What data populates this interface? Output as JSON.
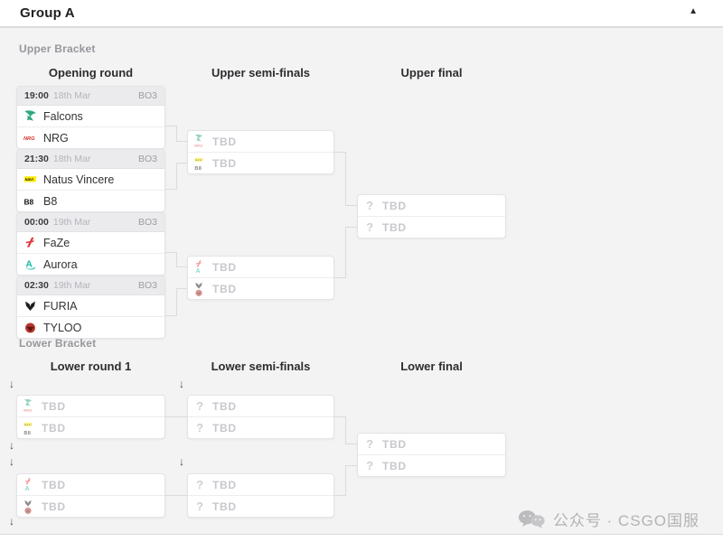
{
  "ui": {
    "title": "Group A",
    "glyphs": {
      "collapse": "▲",
      "drop_arrow": "↓",
      "question": "?"
    },
    "watermark": "公众号 · CSGO国服"
  },
  "upper": {
    "label": "Upper Bracket",
    "columns": [
      "Opening round",
      "Upper semi-finals",
      "Upper final"
    ],
    "matches": [
      {
        "time": "19:00",
        "date": "18th Mar",
        "format": "BO3",
        "team1": "Falcons",
        "team1_icon": "falcons-logo",
        "team2": "NRG",
        "team2_icon": "nrg-logo"
      },
      {
        "time": "21:30",
        "date": "18th Mar",
        "format": "BO3",
        "team1": "Natus Vincere",
        "team1_icon": "navi-logo",
        "team2": "B8",
        "team2_icon": "b8-logo"
      },
      {
        "time": "00:00",
        "date": "19th Mar",
        "format": "BO3",
        "team1": "FaZe",
        "team1_icon": "faze-logo",
        "team2": "Aurora",
        "team2_icon": "aurora-logo"
      },
      {
        "time": "02:30",
        "date": "19th Mar",
        "format": "BO3",
        "team1": "FURIA",
        "team1_icon": "furia-logo",
        "team2": "TYLOO",
        "team2_icon": "tyloo-logo"
      }
    ],
    "semi1": {
      "row1": "TBD",
      "row2": "TBD"
    },
    "semi2": {
      "row1": "TBD",
      "row2": "TBD"
    },
    "final": {
      "row1": "TBD",
      "row2": "TBD"
    }
  },
  "lower": {
    "label": "Lower Bracket",
    "columns": [
      "Lower round 1",
      "Lower semi-finals",
      "Lower final"
    ],
    "round1_1": {
      "row1": "TBD",
      "row2": "TBD"
    },
    "round1_2": {
      "row1": "TBD",
      "row2": "TBD"
    },
    "semi1": {
      "row1": "TBD",
      "row2": "TBD"
    },
    "semi2": {
      "row1": "TBD",
      "row2": "TBD"
    },
    "final": {
      "row1": "TBD",
      "row2": "TBD"
    }
  },
  "colors": {
    "page_bg": "#f3f3f4",
    "card_bg": "#ffffff",
    "card_border": "#e4e4e7",
    "card_header_bg": "#ebebee",
    "connector": "#dbdbde",
    "tbd_text": "#c7c7cd",
    "falcons_green": "#2fa97c",
    "nrg_red": "#d0342c",
    "navi_yellow": "#ffee00",
    "faze_red": "#e03a3e",
    "aurora_teal": "#14b8a6",
    "furia_black": "#1e1e1e",
    "tyloo_red": "#b5342c",
    "watermark_gray": "#b3b3b6"
  }
}
